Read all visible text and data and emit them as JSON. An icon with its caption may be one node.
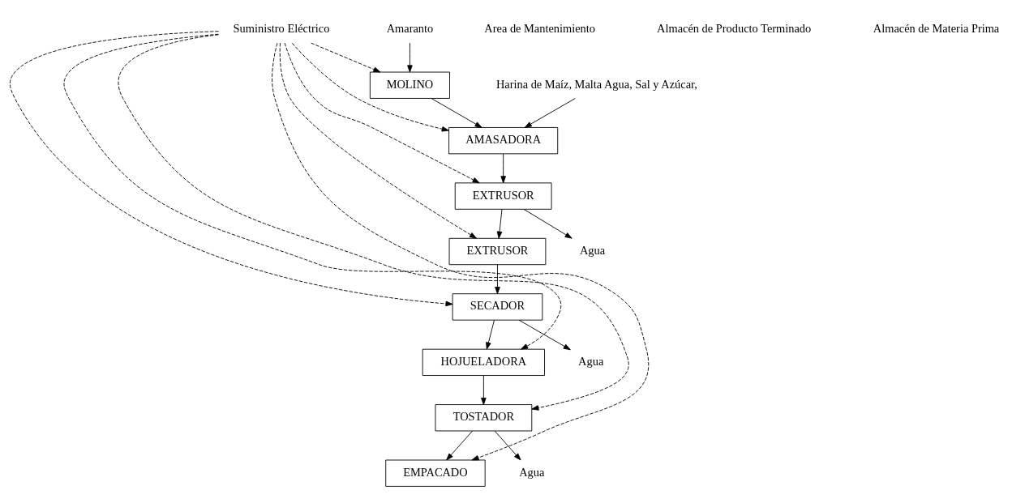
{
  "diagram": {
    "nodes": [
      {
        "text": [
          "SECADOR"
        ]
      },
      {
        "text": [
          "HOJUELADORA"
        ]
      },
      {
        "text": [
          "TOSTADOR"
        ]
      },
      {
        "text": [
          "EMPACADO"
        ]
      },
      {
        "text": [
          "EXTRUSOR"
        ]
      },
      {
        "text": [
          "EXTRUSOR"
        ]
      },
      {
        "text": [
          "AMASADORA"
        ]
      },
      {
        "text": [
          "MOLINO"
        ]
      },
      {
        "text": [
          "Agua"
        ]
      },
      {
        "text": [
          "Agua"
        ]
      },
      {
        "text": [
          "Agua"
        ]
      },
      {
        "text": [
          "Harina de Maíz, Malta Agua, Sal y Azúcar,"
        ]
      },
      {
        "text": [
          "Amaranto"
        ]
      },
      {
        "text": [
          "Suministro Eléctrico"
        ]
      }
    ],
    "edges": [
      {
        "from": 0,
        "to": 1,
        "arrow": "to"
      },
      {
        "from": 0,
        "to": 8,
        "arrow": "to"
      },
      {
        "from": 1,
        "to": 2,
        "arrow": "to"
      },
      {
        "from": 2,
        "to": 3,
        "arrow": "to"
      },
      {
        "from": 2,
        "to": 9,
        "arrow": "to"
      },
      {
        "from": 12,
        "to": 7,
        "arrow": "to"
      },
      {
        "from": 7,
        "to": 6,
        "arrow": "to"
      },
      {
        "from": 6,
        "to": 5,
        "arrow": "to"
      },
      {
        "from": 5,
        "to": 4,
        "arrow": "to"
      },
      {
        "from": 5,
        "to": 10,
        "arrow": "to"
      },
      {
        "from": 4,
        "to": 0,
        "arrow": "to"
      },
      {
        "from": 11,
        "to": 6,
        "arrow": "to"
      },
      {
        "from": 13,
        "to": 0,
        "arrow": "to",
        "style": "dashed"
      },
      {
        "from": 13,
        "to": 1,
        "arrow": "to",
        "style": "dashed"
      },
      {
        "from": 13,
        "to": 2,
        "arrow": "to",
        "style": "dashed"
      },
      {
        "from": 13,
        "to": 3,
        "arrow": "to",
        "style": "dashed"
      },
      {
        "from": 13,
        "to": 4,
        "arrow": "to",
        "style": "dashed"
      },
      {
        "from": 13,
        "to": 5,
        "arrow": "to",
        "style": "dashed"
      },
      {
        "from": 13,
        "to": 6,
        "arrow": "to",
        "style": "dashed"
      },
      {
        "from": 13,
        "to": 7,
        "arrow": "to",
        "style": "dashed"
      }
    ],
    "labels": [
      "Area de Mantenimiento",
      "Almacén de Producto Terminado",
      "Almacén de Materia Prima"
    ]
  }
}
